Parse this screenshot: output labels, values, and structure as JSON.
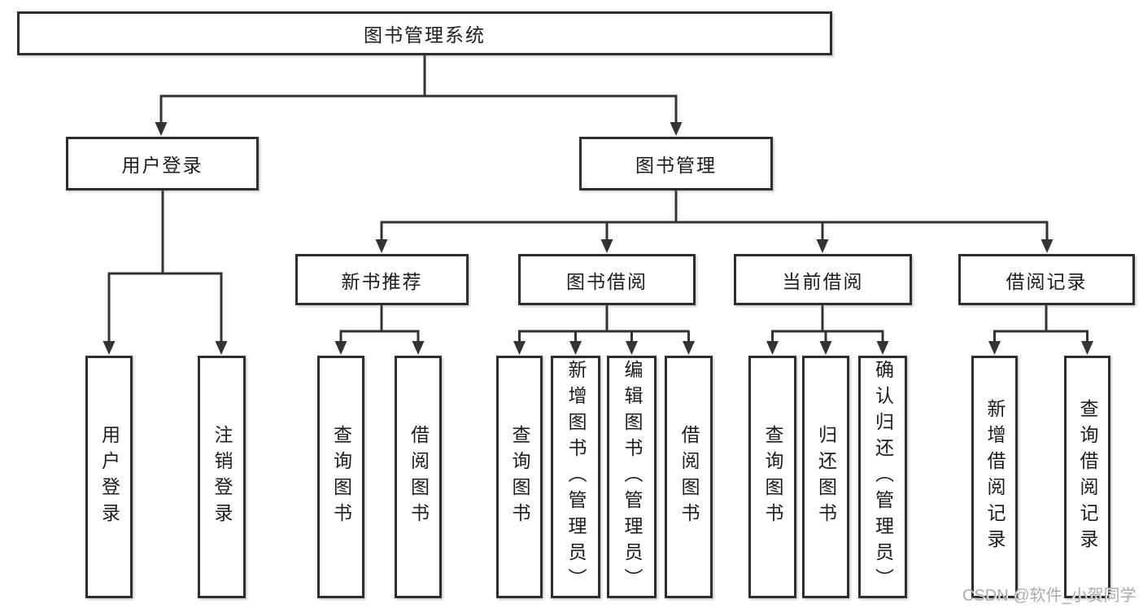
{
  "tree": {
    "label": "图书管理系统",
    "children": [
      {
        "label": "用户登录",
        "children": [
          {
            "label": "用户登录"
          },
          {
            "label": "注销登录"
          }
        ]
      },
      {
        "label": "图书管理",
        "children": [
          {
            "label": "新书推荐",
            "children": [
              {
                "label": "查询图书"
              },
              {
                "label": "借阅图书"
              }
            ]
          },
          {
            "label": "图书借阅",
            "children": [
              {
                "label": "查询图书"
              },
              {
                "label": "新增图书（管理员）"
              },
              {
                "label": "编辑图书（管理员）"
              },
              {
                "label": "借阅图书"
              }
            ]
          },
          {
            "label": "当前借阅",
            "children": [
              {
                "label": "查询图书"
              },
              {
                "label": "归还图书"
              },
              {
                "label": "确认归还（管理员）"
              }
            ]
          },
          {
            "label": "借阅记录",
            "children": [
              {
                "label": "新增借阅记录"
              },
              {
                "label": "查询借阅记录"
              }
            ]
          }
        ]
      }
    ]
  },
  "watermark": {
    "text": "CSDN @软件_小贺同学"
  },
  "colors": {
    "line": "#333333",
    "box_border": "#2e2e2e",
    "text": "#1c1c1c",
    "watermark": "#a9acae",
    "background": "#ffffff"
  }
}
